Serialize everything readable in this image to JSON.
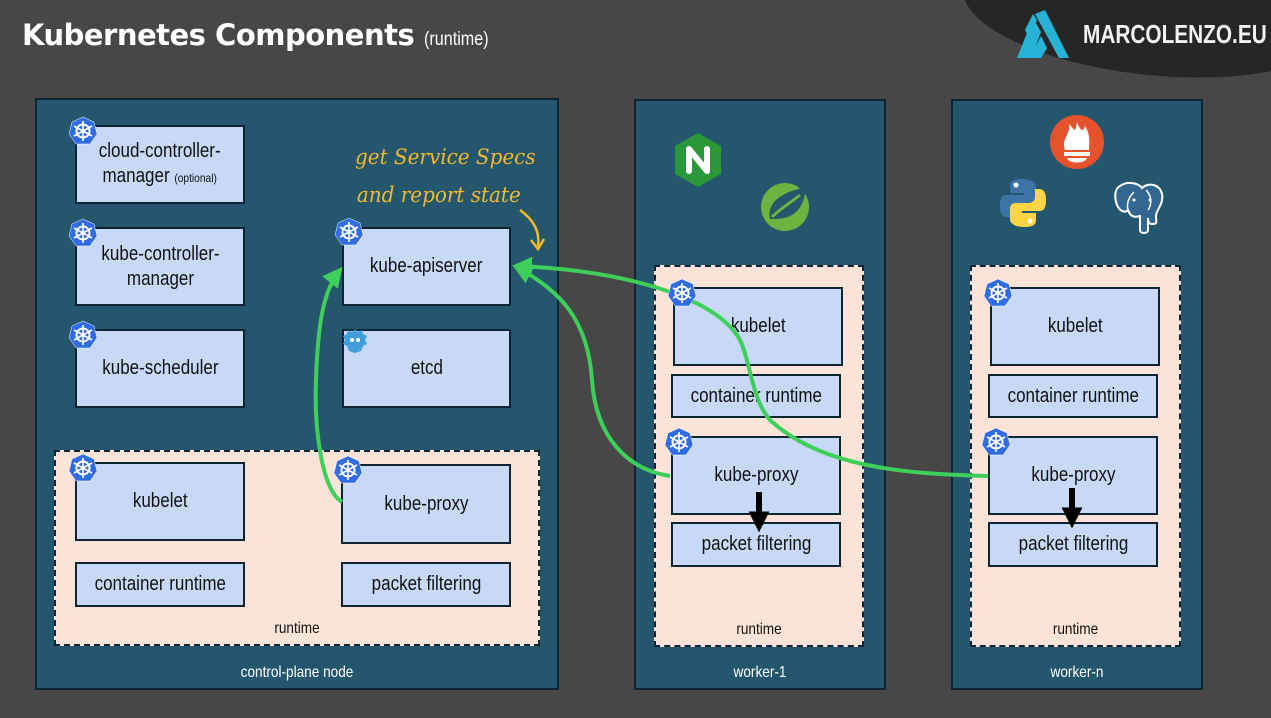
{
  "header": {
    "title": "Kubernetes Components",
    "subtitle": "(runtime)"
  },
  "brand": {
    "name": "MARCOLENZO.EU",
    "accent_color": "#27b3d6"
  },
  "annotation": {
    "line1": "get Service Specs",
    "line2": "and report state",
    "color": "#f4b92b"
  },
  "colors": {
    "background": "#474747",
    "node": "#24566d",
    "runtime_area": "#fce3d7",
    "component": "#c7d9f6",
    "arrow": "#3ecf5a",
    "k8s_icon": "#326ce5"
  },
  "control_plane": {
    "label": "control-plane node",
    "components": {
      "cloud_controller_manager": {
        "line1": "cloud-controller-",
        "line2": "manager",
        "note": "(optional)"
      },
      "kube_controller_manager": {
        "line1": "kube-controller-",
        "line2": "manager"
      },
      "kube_scheduler": "kube-scheduler",
      "kube_apiserver": "kube-apiserver",
      "etcd": "etcd"
    },
    "runtime": {
      "label": "runtime",
      "kubelet": "kubelet",
      "container_runtime": "container runtime",
      "kube_proxy": "kube-proxy",
      "packet_filtering": "packet filtering"
    }
  },
  "workers": [
    {
      "label": "worker-1",
      "apps": [
        "nginx",
        "spring"
      ],
      "runtime": {
        "label": "runtime",
        "kubelet": "kubelet",
        "container_runtime": "container runtime",
        "kube_proxy": "kube-proxy",
        "packet_filtering": "packet filtering"
      }
    },
    {
      "label": "worker-n",
      "apps": [
        "prometheus",
        "python",
        "postgresql"
      ],
      "runtime": {
        "label": "runtime",
        "kubelet": "kubelet",
        "container_runtime": "container runtime",
        "kube_proxy": "kube-proxy",
        "packet_filtering": "packet filtering"
      }
    }
  ]
}
